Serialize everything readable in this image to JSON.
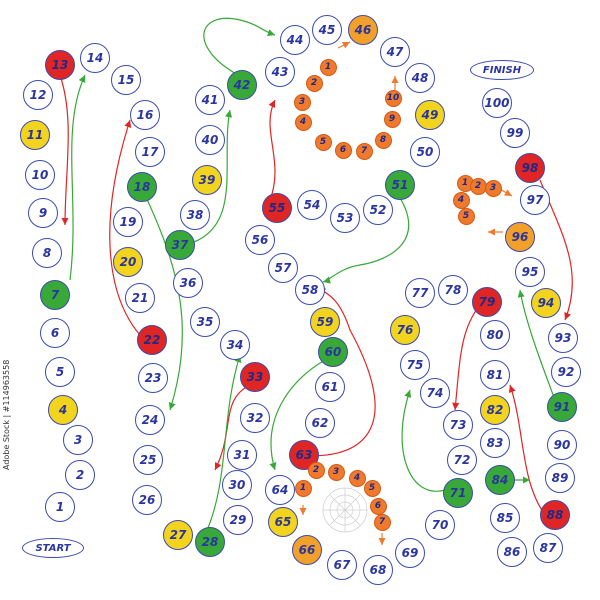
{
  "labels": {
    "start": "START",
    "finish": "FINISH",
    "credit": "Adobe Stock | #114963558"
  },
  "colors": {
    "red": "#e02525",
    "yellow": "#f2d31d",
    "green": "#38a838",
    "orange": "#ef7a2e",
    "outline": "#3a4bb0"
  },
  "cells": [
    {
      "n": "1",
      "c": ""
    },
    {
      "n": "2",
      "c": ""
    },
    {
      "n": "3",
      "c": ""
    },
    {
      "n": "4",
      "c": "yellow"
    },
    {
      "n": "5",
      "c": ""
    },
    {
      "n": "6",
      "c": ""
    },
    {
      "n": "7",
      "c": "green"
    },
    {
      "n": "8",
      "c": ""
    },
    {
      "n": "9",
      "c": ""
    },
    {
      "n": "10",
      "c": ""
    },
    {
      "n": "11",
      "c": "yellow"
    },
    {
      "n": "12",
      "c": ""
    },
    {
      "n": "13",
      "c": "red"
    },
    {
      "n": "14",
      "c": ""
    },
    {
      "n": "15",
      "c": ""
    },
    {
      "n": "16",
      "c": ""
    },
    {
      "n": "17",
      "c": ""
    },
    {
      "n": "18",
      "c": "green"
    },
    {
      "n": "19",
      "c": ""
    },
    {
      "n": "20",
      "c": "yellow"
    },
    {
      "n": "21",
      "c": ""
    },
    {
      "n": "22",
      "c": "red"
    },
    {
      "n": "23",
      "c": ""
    },
    {
      "n": "24",
      "c": ""
    },
    {
      "n": "25",
      "c": ""
    },
    {
      "n": "26",
      "c": ""
    },
    {
      "n": "27",
      "c": "yellow"
    },
    {
      "n": "28",
      "c": "green"
    },
    {
      "n": "29",
      "c": ""
    },
    {
      "n": "30",
      "c": ""
    },
    {
      "n": "31",
      "c": ""
    },
    {
      "n": "32",
      "c": ""
    },
    {
      "n": "33",
      "c": "red"
    },
    {
      "n": "34",
      "c": ""
    },
    {
      "n": "35",
      "c": ""
    },
    {
      "n": "36",
      "c": ""
    },
    {
      "n": "37",
      "c": "green"
    },
    {
      "n": "38",
      "c": ""
    },
    {
      "n": "39",
      "c": "yellow"
    },
    {
      "n": "40",
      "c": ""
    },
    {
      "n": "41",
      "c": ""
    },
    {
      "n": "42",
      "c": "green"
    },
    {
      "n": "43",
      "c": ""
    },
    {
      "n": "44",
      "c": ""
    },
    {
      "n": "45",
      "c": ""
    },
    {
      "n": "46",
      "c": "orange"
    },
    {
      "n": "47",
      "c": ""
    },
    {
      "n": "48",
      "c": ""
    },
    {
      "n": "49",
      "c": "yellow"
    },
    {
      "n": "50",
      "c": ""
    },
    {
      "n": "51",
      "c": "green"
    },
    {
      "n": "52",
      "c": ""
    },
    {
      "n": "53",
      "c": ""
    },
    {
      "n": "54",
      "c": ""
    },
    {
      "n": "55",
      "c": "red"
    },
    {
      "n": "56",
      "c": ""
    },
    {
      "n": "57",
      "c": ""
    },
    {
      "n": "58",
      "c": ""
    },
    {
      "n": "59",
      "c": "yellow"
    },
    {
      "n": "60",
      "c": "green"
    },
    {
      "n": "61",
      "c": ""
    },
    {
      "n": "62",
      "c": ""
    },
    {
      "n": "63",
      "c": "red"
    },
    {
      "n": "64",
      "c": ""
    },
    {
      "n": "65",
      "c": "yellow"
    },
    {
      "n": "66",
      "c": "orange"
    },
    {
      "n": "67",
      "c": ""
    },
    {
      "n": "68",
      "c": ""
    },
    {
      "n": "69",
      "c": ""
    },
    {
      "n": "70",
      "c": ""
    },
    {
      "n": "71",
      "c": "green"
    },
    {
      "n": "72",
      "c": ""
    },
    {
      "n": "73",
      "c": ""
    },
    {
      "n": "74",
      "c": ""
    },
    {
      "n": "75",
      "c": ""
    },
    {
      "n": "76",
      "c": "yellow"
    },
    {
      "n": "77",
      "c": ""
    },
    {
      "n": "78",
      "c": ""
    },
    {
      "n": "79",
      "c": "red"
    },
    {
      "n": "80",
      "c": ""
    },
    {
      "n": "81",
      "c": ""
    },
    {
      "n": "82",
      "c": "yellow"
    },
    {
      "n": "83",
      "c": ""
    },
    {
      "n": "84",
      "c": "green"
    },
    {
      "n": "85",
      "c": ""
    },
    {
      "n": "86",
      "c": ""
    },
    {
      "n": "87",
      "c": ""
    },
    {
      "n": "88",
      "c": "red"
    },
    {
      "n": "89",
      "c": ""
    },
    {
      "n": "90",
      "c": ""
    },
    {
      "n": "91",
      "c": "green"
    },
    {
      "n": "92",
      "c": ""
    },
    {
      "n": "93",
      "c": ""
    },
    {
      "n": "94",
      "c": "yellow"
    },
    {
      "n": "95",
      "c": ""
    },
    {
      "n": "96",
      "c": "orange"
    },
    {
      "n": "97",
      "c": ""
    },
    {
      "n": "98",
      "c": "red"
    },
    {
      "n": "99",
      "c": ""
    },
    {
      "n": "100",
      "c": ""
    }
  ],
  "bonus_loops": [
    {
      "numbers": [
        "1",
        "2",
        "3",
        "4",
        "5",
        "6",
        "7",
        "8",
        "9",
        "10"
      ]
    },
    {
      "numbers": [
        "1",
        "2",
        "3",
        "4",
        "5",
        "6",
        "7"
      ]
    },
    {
      "numbers": [
        "1",
        "2",
        "3",
        "4",
        "5"
      ]
    }
  ]
}
